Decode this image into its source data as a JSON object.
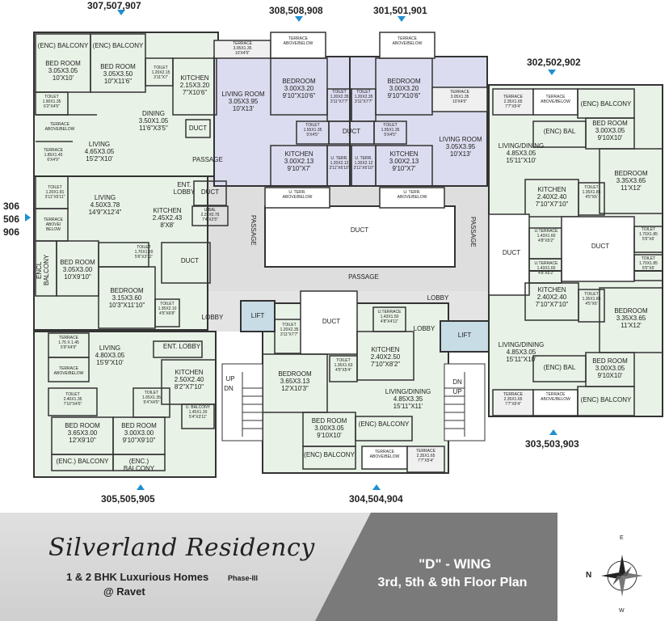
{
  "units": {
    "top_left": "307,507,907",
    "top_center_left": "308,508,908",
    "top_center_right": "301,501,901",
    "right_top": "302,502,902",
    "left_mid_1": "306",
    "left_mid_2": "506",
    "left_mid_3": "906",
    "bottom_left": "305,505,905",
    "bottom_center": "304,504,904",
    "bottom_right": "303,503,903"
  },
  "rooms": [
    {
      "id": "r1",
      "text": "(ENC) BALCONY"
    },
    {
      "id": "r2",
      "text": "(ENC) BALCONY"
    },
    {
      "id": "r3",
      "text": "BED ROOM\n3.05X3.05\n10'X10'"
    },
    {
      "id": "r4",
      "text": "BED ROOM\n3.05X3.50\n10\"X11'6\""
    },
    {
      "id": "r5",
      "text": "TOILET\n1.20X2.15\n3'11\"X7'"
    },
    {
      "id": "r6",
      "text": "KITCHEN\n2.15X3.20\n7\"X10'6\""
    },
    {
      "id": "r7",
      "text": "TOILET\n1.90X1.35\n6'2\"X4'5\""
    },
    {
      "id": "r8",
      "text": "DINING\n3.50X1.05\n11'6\"X3'5\""
    },
    {
      "id": "r9",
      "text": "TERRACE\nABOVE/BELOW"
    },
    {
      "id": "r10",
      "text": "LIVING\n4.65X3.05\n15'2\"X10'"
    },
    {
      "id": "r11",
      "text": "TERRACE\n1.85X1.45\n6'X4'9\""
    },
    {
      "id": "r12",
      "text": "DUCT"
    },
    {
      "id": "r13",
      "text": "PASSAGE"
    },
    {
      "id": "r14",
      "text": "TERRACE\n3.05X1.35\n10'X4'5\""
    },
    {
      "id": "r15",
      "text": "TERRACE\nABOVE/BELOW"
    },
    {
      "id": "r16",
      "text": "LIVING ROOM\n3.05X3.95\n10'X13'"
    },
    {
      "id": "r17",
      "text": "BEDROOM\n3.00X3.20\n9'10\"X10'6\""
    },
    {
      "id": "r18",
      "text": "TOILET\n1.20X2.35\n3'11\"X7'7\""
    },
    {
      "id": "r19",
      "text": "TOILET\n1.20X2.35\n3'11\"X7'7\""
    },
    {
      "id": "r20",
      "text": "BEDROOM\n3.00X3.20\n9'10\"X10'6\""
    },
    {
      "id": "r21",
      "text": "TERRACE\nABOVE/BELOW"
    },
    {
      "id": "r22",
      "text": "TERRACE\n3.05X1.35\n10'X4'5\""
    },
    {
      "id": "r23",
      "text": "TOILET\n1.55X1.35\n5'X4'5\""
    },
    {
      "id": "r24",
      "text": "DUCT"
    },
    {
      "id": "r25",
      "text": "TOILET\n1.55X1.35\n5'X4'5\""
    },
    {
      "id": "r26",
      "text": "LIVING ROOM\n3.05X3.95\n10'X13'"
    },
    {
      "id": "r27",
      "text": "KITCHEN\n3.00X2.13\n9'10\"X7'"
    },
    {
      "id": "r28",
      "text": "U. TERR.\n1.20X2.12\n3'11\"X6'10\""
    },
    {
      "id": "r29",
      "text": "U. TERR.\n1.20X2.12\n3'11\"X6'10\""
    },
    {
      "id": "r30",
      "text": "KITCHEN\n3.00X2.13\n9'10\"X7'"
    },
    {
      "id": "r31",
      "text": "U. TERR.\nABOVE/BELOW"
    },
    {
      "id": "r32",
      "text": "U. TERR.\nABOVE/BELOW"
    },
    {
      "id": "r33",
      "text": "TERRACE\n2.35X1.65\n7'7\"X5'4\""
    },
    {
      "id": "r34",
      "text": "TERRACE\nABOVE/BELOW"
    },
    {
      "id": "r35",
      "text": "(ENC) BALCONY"
    },
    {
      "id": "r36",
      "text": "(ENC) BAL"
    },
    {
      "id": "r37",
      "text": "BED ROOM\n3.00X3.05\n9'10X10'"
    },
    {
      "id": "r38",
      "text": "LIVING/DINING\n4.85X3.05\n15'11\"X10'"
    },
    {
      "id": "r39",
      "text": "BEDROOM\n3.35X3.65\n11'X12'"
    },
    {
      "id": "r40",
      "text": "TOILET\n1.20X1.81\n3'11\"X5'11\""
    },
    {
      "id": "r41",
      "text": "LIVING\n4.50X3.78\n14'9\"X12'4\""
    },
    {
      "id": "r42",
      "text": "ENT. LOBBY"
    },
    {
      "id": "r43",
      "text": "DUCT"
    },
    {
      "id": "r44",
      "text": "KITCHEN\n2.45X2.43\n8'X8'"
    },
    {
      "id": "r45",
      "text": "U.BAL\n2.25X0.75\n7'4\"X2'5\""
    },
    {
      "id": "r46",
      "text": "TERRACE\nABOVE/\nBELOW"
    },
    {
      "id": "r47",
      "text": "PASSAGE"
    },
    {
      "id": "r48",
      "text": "DUCT"
    },
    {
      "id": "r49",
      "text": "PASSAGE"
    },
    {
      "id": "r50",
      "text": "KITCHEN\n2.40X2.40\n7'10\"X7'10\""
    },
    {
      "id": "r51",
      "text": "TOILET\n1.35X1.85\n4'5\"X6'"
    },
    {
      "id": "r52",
      "text": "TOILET\n1.70X1.85\n5'5\"X6'"
    },
    {
      "id": "r53",
      "text": "ENCL BALCONY"
    },
    {
      "id": "r54",
      "text": "BED ROOM\n3.05X3.00\n10'X9'10\""
    },
    {
      "id": "r55",
      "text": "TOILET\n1.70X1.20\n5'6\"X3'11\""
    },
    {
      "id": "r56",
      "text": "DUCT"
    },
    {
      "id": "r57",
      "text": "PASSAGE"
    },
    {
      "id": "r58",
      "text": "U.TERRACE\n1.43X1.60\n4'8\"X5'2\""
    },
    {
      "id": "r59",
      "text": "DUCT"
    },
    {
      "id": "r60",
      "text": "DUCT"
    },
    {
      "id": "r61",
      "text": "U.TERRACE\n1.43X1.60\n4'8\"X5'2\""
    },
    {
      "id": "r62",
      "text": "TOILET\n1.70X1.85\n5'5\"X6'"
    },
    {
      "id": "r63",
      "text": "BEDROOM\n3.15X3.60\n10'3\"X11'10\""
    },
    {
      "id": "r64",
      "text": "TOILET\n1.35X2.10\n4'5\"X6'8\""
    },
    {
      "id": "r65",
      "text": "LOBBY"
    },
    {
      "id": "r66",
      "text": "LIFT"
    },
    {
      "id": "r67",
      "text": "TOILET\n1.20X2.35\n3'11\"X7'7\""
    },
    {
      "id": "r68",
      "text": "DUCT"
    },
    {
      "id": "r69",
      "text": "U.TERRACE\n1.43X1.50\n4'8\"X4'11\""
    },
    {
      "id": "r70",
      "text": "LOBBY"
    },
    {
      "id": "r71",
      "text": "LOBBY"
    },
    {
      "id": "r72",
      "text": "LIFT"
    },
    {
      "id": "r73",
      "text": "KITCHEN\n2.40X2.40\n7'10\"X7'10\""
    },
    {
      "id": "r74",
      "text": "TOILET\n1.35X1.85\n4'5\"X6'"
    },
    {
      "id": "r75",
      "text": "BEDROOM\n3.35X3.65\n11'X12'"
    },
    {
      "id": "r76",
      "text": "TERRACE\n1.75 X 1.45\n5'9\"X4'9\""
    },
    {
      "id": "r77",
      "text": "LIVING\n4.80X3.05\n15'9\"X10'"
    },
    {
      "id": "r78",
      "text": "ENT. LOBBY"
    },
    {
      "id": "r79",
      "text": "TERRACE\nABOVE/BELOW"
    },
    {
      "id": "r80",
      "text": "KITCHEN\n2.40X2.50\n7'10\"X8'2\""
    },
    {
      "id": "r81",
      "text": "LIVING/DINING\n4.85X3.05\n15'11\"X10'"
    },
    {
      "id": "r82",
      "text": "KITCHEN\n2.50X2.40\n8'2\"X7'10\""
    },
    {
      "id": "r83",
      "text": "UP"
    },
    {
      "id": "r84",
      "text": "DN"
    },
    {
      "id": "r85",
      "text": "BEDROOM\n3.65X3.13\n12'X10'3\""
    },
    {
      "id": "r86",
      "text": "TOILET\n1.35X1.63\n4'5\"X5'4\""
    },
    {
      "id": "r87",
      "text": "DN"
    },
    {
      "id": "r88",
      "text": "UP"
    },
    {
      "id": "r89",
      "text": "(ENC) BAL"
    },
    {
      "id": "r90",
      "text": "BED ROOM\n3.00X3.05\n9'10X10'"
    },
    {
      "id": "r91",
      "text": "TOILET\n2.40X1.35\n7'10\"X4'5\""
    },
    {
      "id": "r92",
      "text": "TOILET\n1.65X1.35\n5'4\"X4'5\""
    },
    {
      "id": "r93",
      "text": "U. BALCONY\n1.45X1.20\n5'4\"X3'11\""
    },
    {
      "id": "r94",
      "text": "LIVING/DINING\n4.85X3.35\n15'11\"X11'"
    },
    {
      "id": "r95",
      "text": "TERRACE\n2.35X1.65\n7'7\"X5'4\""
    },
    {
      "id": "r96",
      "text": "TERRACE\nABOVE/BELOW"
    },
    {
      "id": "r97",
      "text": "(ENC) BALCONY"
    },
    {
      "id": "r98",
      "text": "BED ROOM\n3.65X3.00\n12'X9'10\""
    },
    {
      "id": "r99",
      "text": "BED ROOM\n3.00X3.00\n9'10\"X9'10\""
    },
    {
      "id": "r100",
      "text": "BED ROOM\n3.00X3.05\n9'10X10'"
    },
    {
      "id": "r101",
      "text": "(ENC) BALCONY"
    },
    {
      "id": "r102",
      "text": "(ENC.) BALCONY"
    },
    {
      "id": "r103",
      "text": "(ENC.) BALCONY"
    },
    {
      "id": "r104",
      "text": "(ENC) BALCONY"
    },
    {
      "id": "r105",
      "text": "TERRACE\nABOVE/BELOW"
    },
    {
      "id": "r106",
      "text": "TERRACE\n2.35X1.65\n7'7\"X5'4\""
    },
    {
      "id": "r107",
      "text": "DUCT"
    }
  ],
  "footer": {
    "logo_text": "Silverland Residency",
    "tagline": "1 & 2 BHK Luxurious Homes",
    "phase": "Phase-III",
    "location": "@ Ravet",
    "wing": "\"D\" - WING",
    "floor_plan": "3rd, 5th & 9th Floor Plan"
  },
  "compass": {
    "n": "N",
    "e": "E",
    "w": "W"
  },
  "colors": {
    "unit_green": "#e8f2e6",
    "unit_purple": "#dcdcf0",
    "passage_gray": "#dedede",
    "lift_blue": "#c8dce6",
    "wall": "#333333",
    "arrow_blue": "#1f8fd0",
    "footer_light": "#d8d8d8",
    "footer_dark": "#7a7a7a"
  }
}
